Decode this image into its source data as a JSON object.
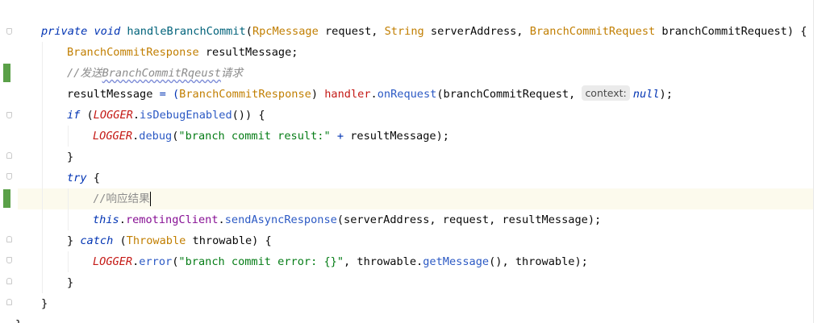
{
  "editor": {
    "lines": {
      "l1": {
        "private": "private",
        "void": "void",
        "method": "handleBranchCommit",
        "open": "(",
        "t1": "RpcMessage",
        "p1": " request, ",
        "t2": "String",
        "p2": " serverAddress, ",
        "t3": "BranchCommitRequest",
        "p3": " branchCommitRequest) {"
      },
      "l2": {
        "type": "BranchCommitResponse",
        "rest": " resultMessage;"
      },
      "l3": {
        "prefix": "//发送",
        "typo": "BranchCommitRqeust",
        "suffix": "请求"
      },
      "l4": {
        "var": "resultMessage",
        "eq": " = (",
        "cast": "BranchCommitResponse",
        "close": ") ",
        "handler": "handler",
        "dot": ".",
        "call": "onRequest",
        "args": "(branchCommitRequest, ",
        "hint": "context:",
        "null": "null",
        "end": ");"
      },
      "l5": {
        "if": "if",
        "open": " (",
        "logger": "LOGGER",
        "dot": ".",
        "call": "isDebugEnabled",
        "end": "()) {"
      },
      "l6": {
        "logger": "LOGGER",
        "dot": ".",
        "call": "debug",
        "open": "(",
        "str": "\"branch commit result:\"",
        "plus": " + ",
        "var": "resultMessage",
        "end": ");"
      },
      "l7": {
        "text": "}"
      },
      "l8": {
        "try": "try",
        "rest": " {"
      },
      "l9": {
        "text": "//响应结果"
      },
      "l10": {
        "this": "this",
        "dot": ".",
        "field": "remotingClient",
        "dot2": ".",
        "call": "sendAsyncResponse",
        "args": "(serverAddress, request, ",
        "var": "resultMessage",
        "end": ");"
      },
      "l11": {
        "close": "} ",
        "catch": "catch",
        "open": " (",
        "type": "Throwable",
        "rest": " throwable) {"
      },
      "l12": {
        "logger": "LOGGER",
        "dot": ".",
        "call": "error",
        "open": "(",
        "str": "\"branch commit error: {}\"",
        "mid": ", throwable.",
        "call2": "getMessage",
        "end": "(), throwable);"
      },
      "l13": {
        "text": "}"
      },
      "l14": {
        "text": "}"
      },
      "l15": {
        "text": "}"
      }
    },
    "colors": {
      "keyword": "#0033b3",
      "type": "#c17e00",
      "method_declaration": "#00627a",
      "method_call": "#2b59c4",
      "static_field": "#c41a16",
      "field": "#871094",
      "string": "#067d17",
      "comment": "#8c8c8c",
      "change_marker": "#5aa048",
      "caret_line": "#fcfaed"
    }
  }
}
